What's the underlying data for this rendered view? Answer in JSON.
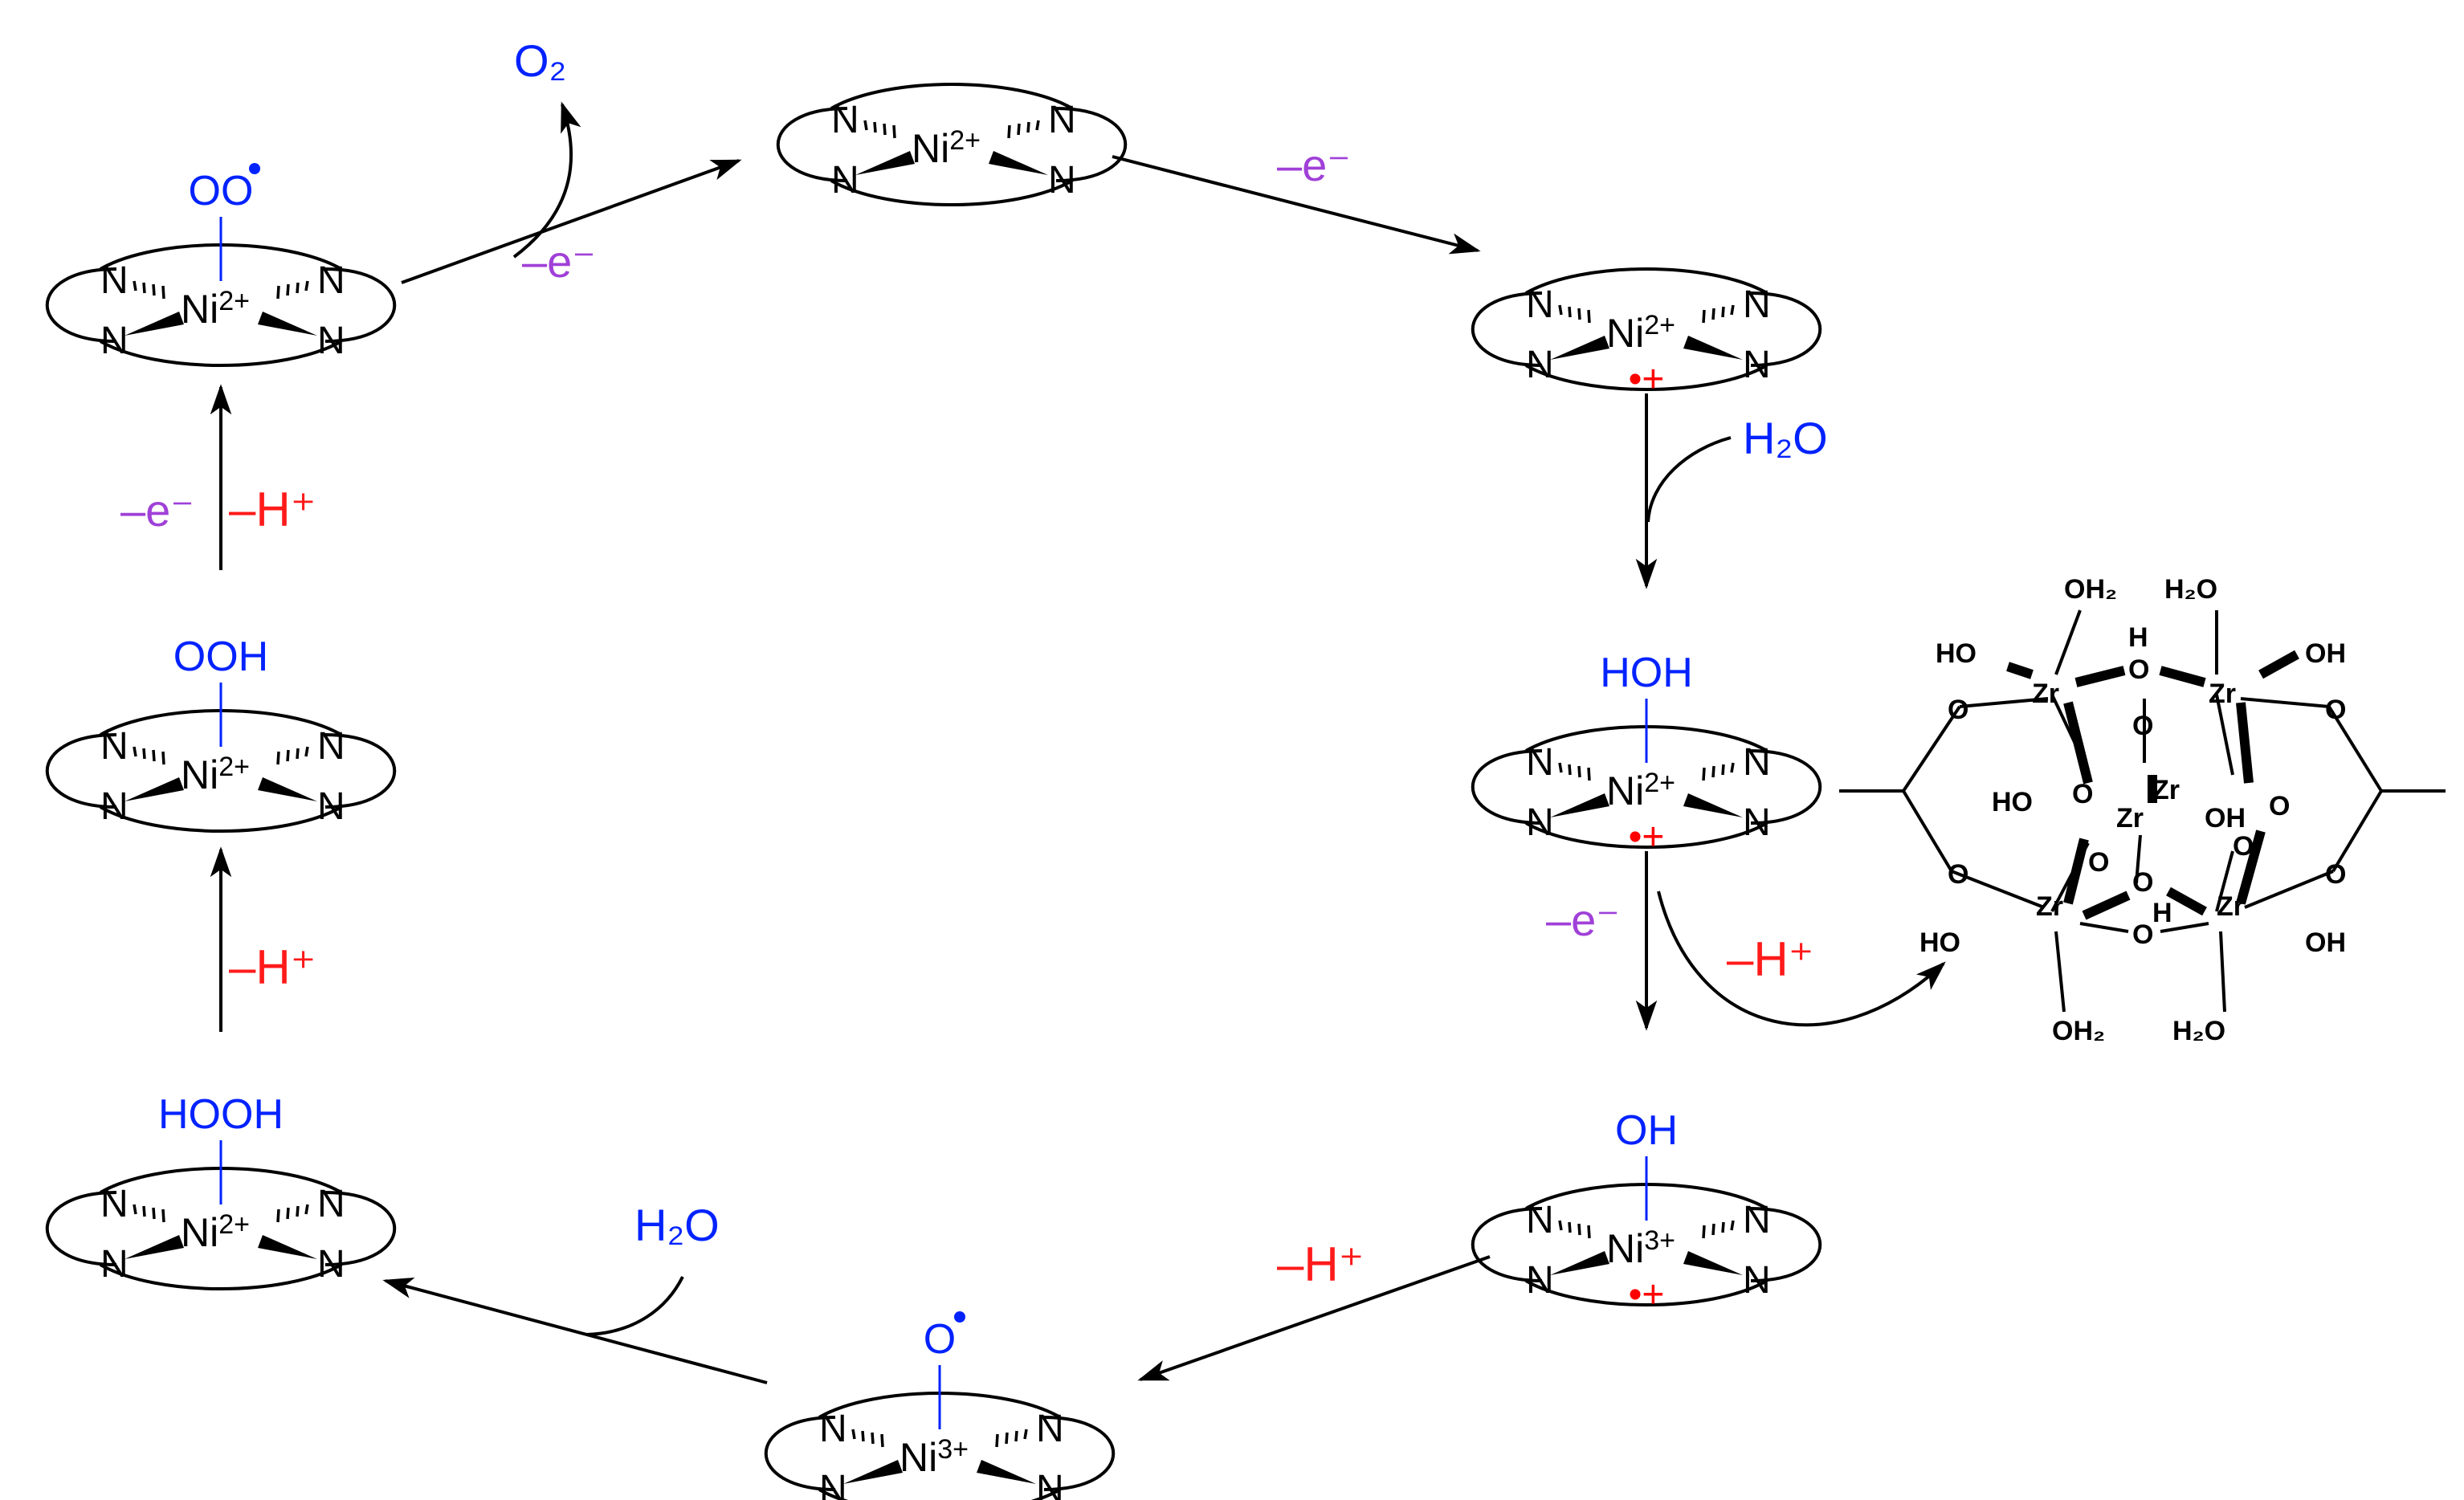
{
  "complexes": [
    {
      "id": "c1",
      "metal": "Ni",
      "charge": "2+",
      "ligand": "",
      "ligand_dot": false,
      "ligand_radical": ""
    },
    {
      "id": "c2",
      "metal": "Ni",
      "charge": "2+",
      "ligand": "",
      "ligand_dot": false,
      "ligand_radical": "•+"
    },
    {
      "id": "c3",
      "metal": "Ni",
      "charge": "2+",
      "ligand": "HOH",
      "ligand_dot": false,
      "ligand_radical": "•+"
    },
    {
      "id": "c4",
      "metal": "Ni",
      "charge": "3+",
      "ligand": "OH",
      "ligand_dot": false,
      "ligand_radical": "•+"
    },
    {
      "id": "c5",
      "metal": "Ni",
      "charge": "3+",
      "ligand": "O",
      "ligand_dot": true,
      "ligand_radical": ""
    },
    {
      "id": "c6",
      "metal": "Ni",
      "charge": "2+",
      "ligand": "HOOH",
      "ligand_dot": false,
      "ligand_radical": ""
    },
    {
      "id": "c7",
      "metal": "Ni",
      "charge": "2+",
      "ligand": "OOH",
      "ligand_dot": false,
      "ligand_radical": ""
    },
    {
      "id": "c8",
      "metal": "Ni",
      "charge": "2+",
      "ligand": "OO",
      "ligand_dot": true,
      "ligand_radical": ""
    }
  ],
  "nitrogen_label": "N",
  "steps": {
    "s1_electron": "–e⁻",
    "s2_water": "H₂O",
    "s3_electron": "–e⁻",
    "s3_proton": "–H⁺",
    "s4_proton": "–H⁺",
    "s5_water": "H₂O",
    "s6_proton": "–H⁺",
    "s7_electron": "–e⁻",
    "s7_proton": "–H⁺",
    "s8_electron": "–e⁻",
    "s8_product": "O₂"
  },
  "zr_cluster": {
    "zr": "Zr",
    "o": "O",
    "h": "H",
    "oh": "HO",
    "oh_right": "OH",
    "oh_mid": "OH",
    "water_top_left": "OH₂",
    "water_top_right": "H₂O",
    "water_bottom_left": "OH₂",
    "water_bottom_right": "H₂O"
  },
  "colors": {
    "ligand": "#0022ff",
    "electron": "#a040d8",
    "proton": "#ff1a1a",
    "radical": "#ff0000",
    "bond": "#000000"
  }
}
